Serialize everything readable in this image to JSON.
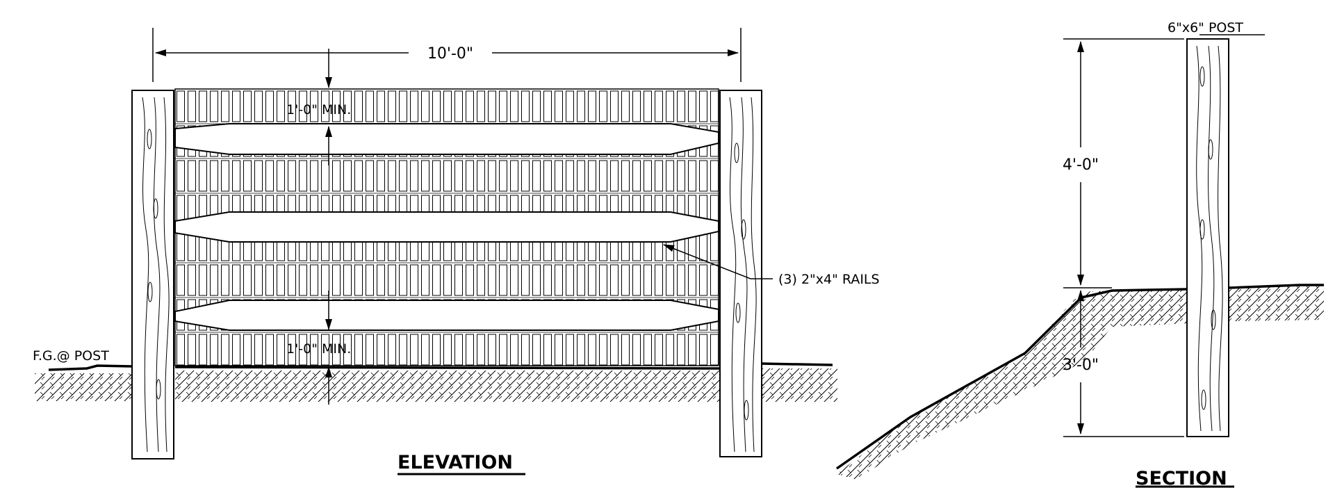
{
  "elevation": {
    "title": "ELEVATION",
    "span_dimension": "10'-0\"",
    "top_clearance": "1'-0\" MIN.",
    "bottom_clearance": "1'-0\" MIN.",
    "grade_label": "F.G.@ POST",
    "rails_callout": "(3) 2\"x4\" RAILS"
  },
  "section": {
    "title": "SECTION",
    "post_label": "6\"x6\" POST",
    "height_above_grade": "4'-0\"",
    "embed_depth": "3'-0\""
  },
  "colors": {
    "line": "#000000",
    "background": "#ffffff"
  }
}
